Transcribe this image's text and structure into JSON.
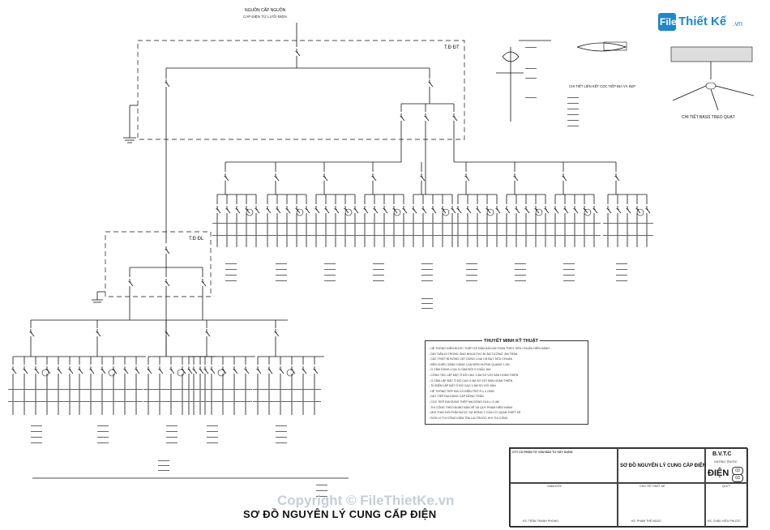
{
  "header": {
    "supply_label": "NGUỒN CẤP NGUỒN",
    "supply_cable": "CÁP ĐIỆN TỪ LƯỚI ĐIỆN"
  },
  "panels": {
    "main_panel": "T.Đ ĐT",
    "sub_panel": "T.Đ ĐL"
  },
  "logo": {
    "file": "File",
    "rest": "Thiết Kế",
    "vn": ".vn"
  },
  "details": {
    "detail1": "CHI TIẾT LIÊN KẾT CỌC TIẾP ĐỊA VÀ KẸP",
    "detail2": "CHI TIẾT BASS TREO QUẠT"
  },
  "notes": {
    "title": "THUYẾT MINH KỸ THUẬT",
    "lines": [
      "- HỆ THỐNG ĐIỆN ĐƯỢC THIẾT KẾ ĐẢM BẢO AN TOÀN THEO TIÊU CHUẨN HIỆN HÀNH",
      "- DÂY DẪN ĐI TRONG ỐNG NHỰA PVC ĐI ÂM TƯỜNG, ÂM TRẦN",
      "- CÁC THIẾT BỊ ĐÓNG CẮT DÙNG LOẠI CB ĐẠT TIÊU CHUẨN",
      "- ĐÈN CHIẾU SÁNG DÙNG LOẠI ĐÈN HUỲNH QUANG 1.2M",
      "- Ổ CẮM DÙNG LOẠI Ổ CẮM ĐÔI 3 CHẤU 16A",
      "- CÔNG TẮC LẮP ĐẶT Ở ĐỘ CAO 1.4M SO VỚI SÀN HOÀN THIỆN",
      "- Ổ CẮM LẮP ĐẶT Ở ĐỘ CAO 0.4M SO VỚI SÀN HOÀN THIỆN",
      "- TỦ ĐIỆN LẮP ĐẶT Ở ĐỘ CAO 1.5M SO VỚI SÀN",
      "- HỆ THỐNG TIẾP ĐỊA CÓ ĐIỆN TRỞ R ≤ 4 OHM",
      "- DÂY TIẾP ĐỊA DÙNG CÁP ĐỒNG TRẦN",
      "- CỌC TIẾP ĐỊA DÙNG THÉP MẠ ĐỒNG D16 L=2.4M",
      "- THI CÔNG THEO ĐÚNG BẢN VẼ VÀ QUY PHẠM HIỆN HÀNH",
      "- MỌI THAY ĐỔI PHẢI ĐƯỢC SỰ ĐỒNG Ý CỦA CƠ QUAN THIẾT KẾ",
      "- ĐƠN VỊ THI CÔNG KIỂM TRA LẠI TRƯỚC KHI THI CÔNG"
    ]
  },
  "title_block": {
    "company": "CTY CỔ PHẦN TƯ VẤN ĐẦU TƯ XÂY DỰNG",
    "drawing_title": "SƠ ĐỒ NGUYÊN LÝ CUNG CẤP ĐIỆN",
    "stage": "B.V.T.C",
    "stage_sub": "HƯỚNG TRƯỚC",
    "discipline": "ĐIỆN",
    "sheet": "03",
    "total": "03",
    "role1": "GIÁM ĐỐC",
    "role2": "CHỦ TRÌ THIẾT KẾ",
    "role3": "QLKT",
    "name1": "KS. TRẦN THANH PHONG",
    "name2": "KS. PHẠM THẾ NGỌC",
    "name3": "KS. CHÂU HỮU PHƯỚC"
  },
  "main_title": "SƠ ĐỒ NGUYÊN LÝ CUNG CẤP ĐIỆN",
  "watermark": "Copyright © FileThietKe.vn"
}
